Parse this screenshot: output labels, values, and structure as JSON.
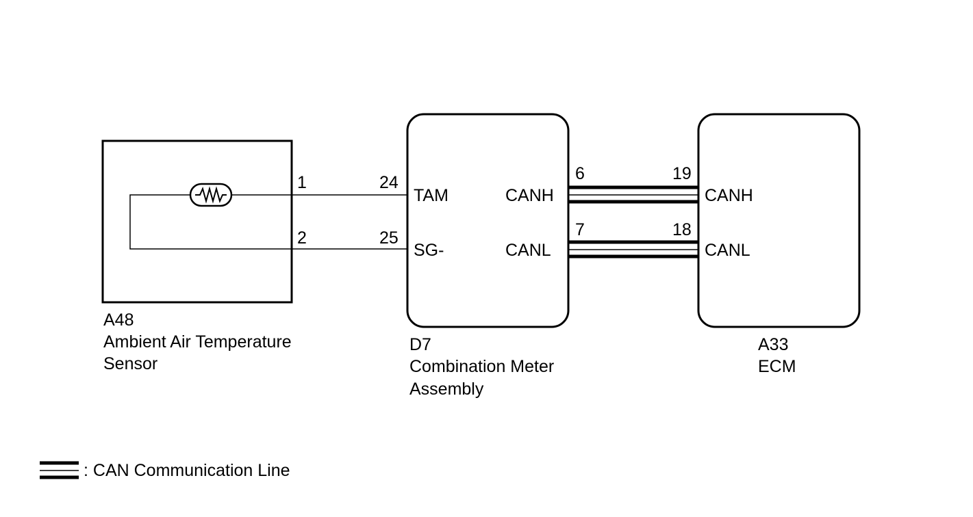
{
  "components": {
    "sensor": {
      "code": "A48",
      "name_line1": "Ambient Air Temperature",
      "name_line2": "Sensor",
      "pin_tam": "1",
      "pin_sg": "2"
    },
    "meter": {
      "code": "D7",
      "name_line1": "Combination Meter",
      "name_line2": "Assembly",
      "pin_tam": "24",
      "pin_sg": "25",
      "pin_canh": "6",
      "pin_canl": "7",
      "label_tam": "TAM",
      "label_sg": "SG-",
      "label_canh": "CANH",
      "label_canl": "CANL"
    },
    "ecm": {
      "code": "A33",
      "name": "ECM",
      "pin_canh": "19",
      "pin_canl": "18",
      "label_canh": "CANH",
      "label_canl": "CANL"
    }
  },
  "legend": {
    "can_line": ": CAN Communication Line"
  },
  "colors": {
    "line": "#000000",
    "background": "#ffffff"
  }
}
